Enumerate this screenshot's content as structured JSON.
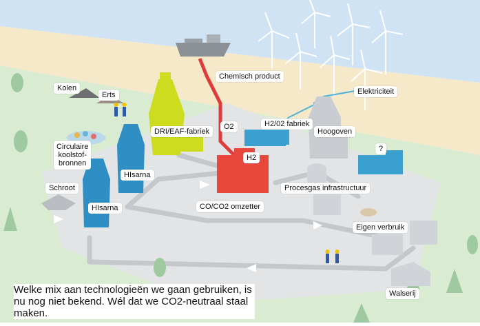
{
  "labels": {
    "chemisch_product": "Chemisch product",
    "elektriciteit": "Elektriciteit",
    "kolen": "Kolen",
    "erts": "Erts",
    "dri_eaf": "DRI/EAF-fabriek",
    "o2": "O2",
    "h2o2": "H2/02 fabriek",
    "hoogoven": "Hoogoven",
    "unknown": "?",
    "circulaire": [
      "Circulaire",
      "koolstof-",
      "bronnen"
    ],
    "h2": "H2",
    "hisarna_top": "HIsarna",
    "schroot": "Schroot",
    "hisarna_bottom": "HIsarna",
    "procesgas": "Procesgas infrastructuur",
    "co_co2": "CO/CO2 omzetter",
    "eigen_verbruik": "Eigen verbruik",
    "walserij": "Walserij"
  },
  "caption": "Welke mix aan technologieën we gaan gebruiken, is nu nog niet bekend. Wél dat we CO2-neutraal staal maken.",
  "colors": {
    "sea": "#cfe3f5",
    "beach": "#f6e9c9",
    "grass": "#d9ecd2",
    "ground": "#e2e4e6",
    "pipe": "#c4c8cc",
    "hisarna": "#2f8fc4",
    "dri_plant": "#cddc1e",
    "h2o2_plant": "#3aa0d0",
    "converter": "#e8483b",
    "hot_pipe": "#e03b3b",
    "grey_plant": "#c9cdd2"
  }
}
